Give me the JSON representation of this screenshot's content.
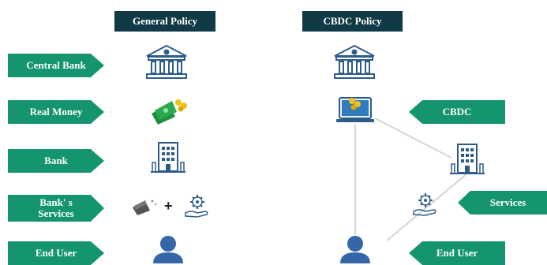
{
  "headers": {
    "general": "General Policy",
    "cbdc": "CBDC Policy"
  },
  "left_labels": {
    "central_bank": "Central Bank",
    "real_money": "Real Money",
    "bank": "Bank",
    "bank_services_line1": "Bank' s",
    "bank_services_line2": "Services",
    "end_user": "End User"
  },
  "right_labels": {
    "cbdc": "CBDC",
    "services": "Services",
    "end_user": "End User"
  },
  "plus_sign": "+",
  "colors": {
    "header_bg": "#103a46",
    "label_bg": "#14956f",
    "icon_stroke": "#2e5c8a",
    "money": "#2aa84f",
    "person": "#3567a8",
    "connector": "#c9c9c9"
  }
}
